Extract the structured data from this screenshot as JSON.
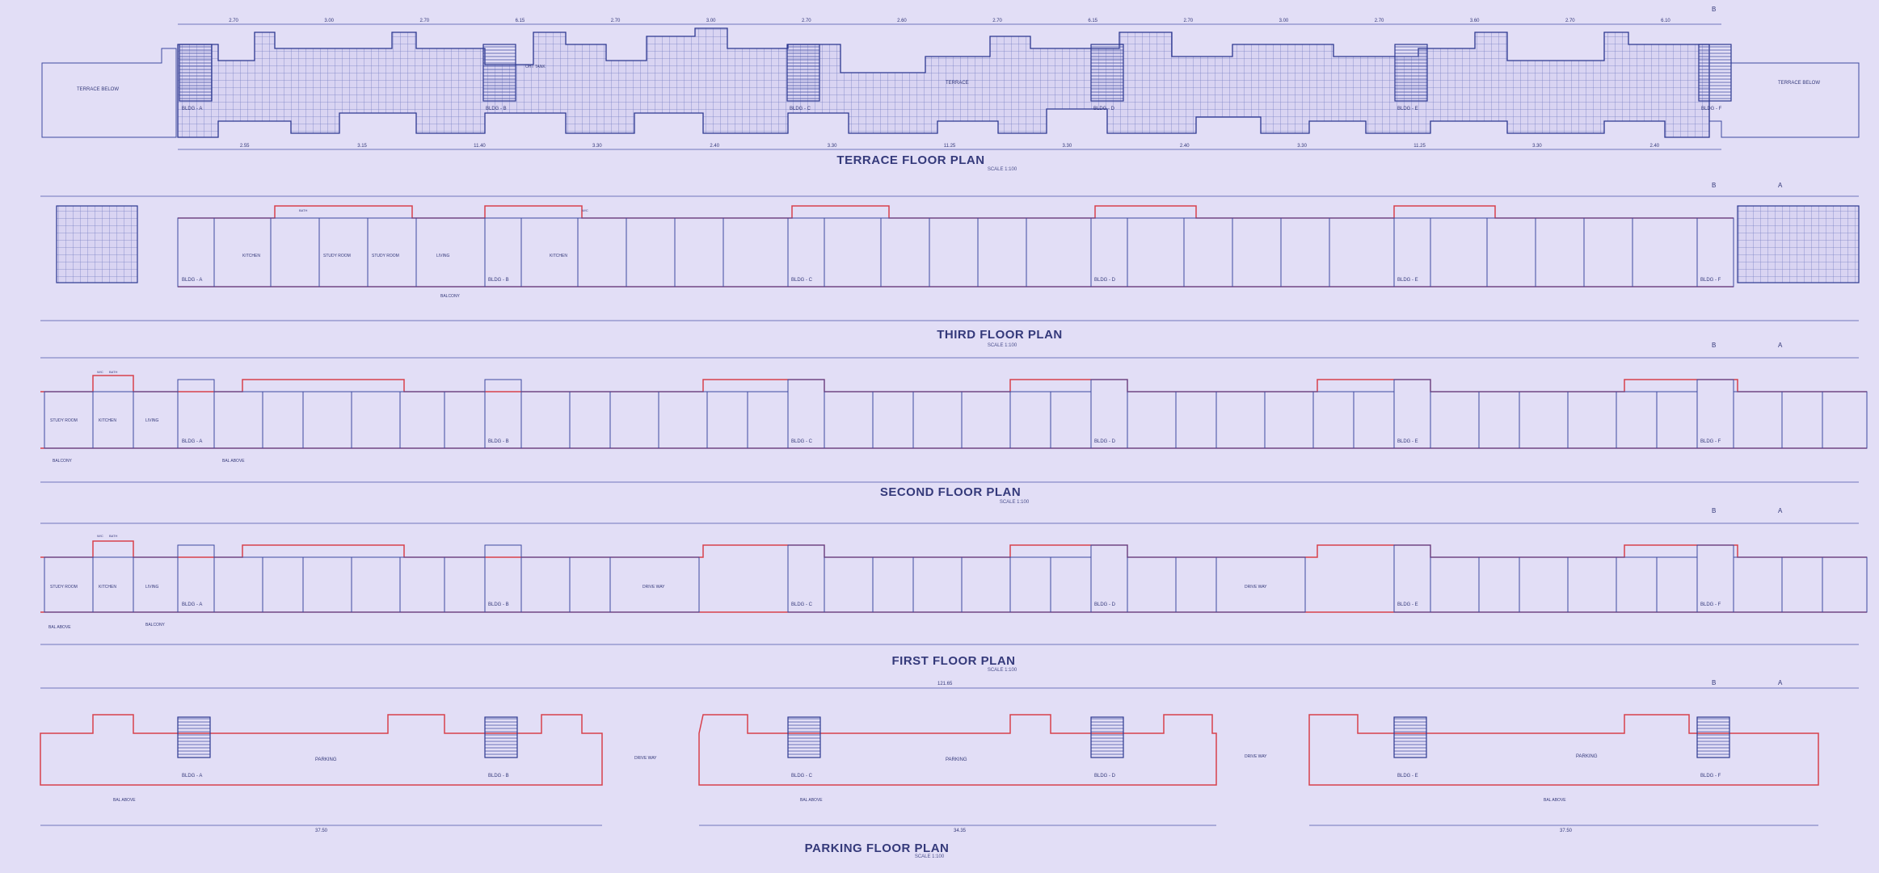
{
  "colors": {
    "paper": "#e2def6",
    "linework": "#3d4aa0",
    "redline": "#d8404c",
    "hatch": "#8a92cc",
    "text": "#34397a"
  },
  "terrace": {
    "title": "TERRACE FLOOR PLAN",
    "scale": "SCALE 1:100",
    "labels": [
      "TERRACE BELOW",
      "TERRACE",
      "TERRACE BELOW"
    ],
    "tank_label": "OHT TANK",
    "buildings": [
      "BLDG - A",
      "BLDG - B",
      "BLDG - C",
      "BLDG - D",
      "BLDG - E",
      "BLDG - F"
    ]
  },
  "third": {
    "title": "THIRD FLOOR PLAN",
    "scale": "SCALE 1:100",
    "buildings": [
      "BLDG - A",
      "BLDG - B",
      "BLDG - C",
      "BLDG - D",
      "BLDG - E",
      "BLDG - F"
    ],
    "rooms": [
      "KITCHEN",
      "STUDY ROOM",
      "STUDY ROOM",
      "KITCHEN",
      "LIVING",
      "BALCONY",
      "BATH",
      "W/C"
    ]
  },
  "second": {
    "title": "SECOND FLOOR PLAN",
    "scale": "SCALE 1:100",
    "buildings": [
      "BLDG - A",
      "BLDG - B",
      "BLDG - C",
      "BLDG - D",
      "BLDG - E",
      "BLDG - F"
    ],
    "rooms": [
      "STUDY ROOM",
      "KITCHEN",
      "LIVING",
      "BAL ABOVE",
      "BALCONY",
      "BATH",
      "W/C"
    ]
  },
  "first": {
    "title": "FIRST FLOOR PLAN",
    "scale": "SCALE 1:100",
    "buildings": [
      "BLDG - A",
      "BLDG - B",
      "BLDG - C",
      "BLDG - D",
      "BLDG - E",
      "BLDG - F"
    ],
    "drive_way": "DRIVE WAY",
    "rooms": [
      "STUDY ROOM",
      "KITCHEN",
      "LIVING",
      "BAL ABOVE",
      "BALCONY",
      "BATH",
      "W/C"
    ]
  },
  "parking": {
    "title": "PARKING FLOOR PLAN",
    "scale": "SCALE 1:100",
    "label": "PARKING",
    "drive_way": "DRIVE WAY",
    "bal_above": "BAL ABOVE",
    "buildings": [
      "BLDG - A",
      "BLDG - B",
      "BLDG - C",
      "BLDG - D",
      "BLDG - E",
      "BLDG - F"
    ]
  },
  "dims": {
    "top_row": [
      "2.70",
      "3.00",
      "2.70",
      "6.15",
      "2.70",
      "3.00",
      "2.70",
      "2.60",
      "2.70",
      "6.15",
      "2.70",
      "3.00",
      "2.70",
      "3.60",
      "2.70",
      "6.10"
    ],
    "bottom_row": [
      "2.55",
      "3.15",
      "11.40",
      "3.30",
      "2.40",
      "3.30",
      "11.25",
      "3.30",
      "2.40",
      "3.30",
      "11.25",
      "3.30",
      "2.40"
    ],
    "parking_total": "121.65",
    "parking_sub": [
      "37.50",
      "34.35",
      "37.50"
    ]
  },
  "markers": [
    "A",
    "B"
  ]
}
